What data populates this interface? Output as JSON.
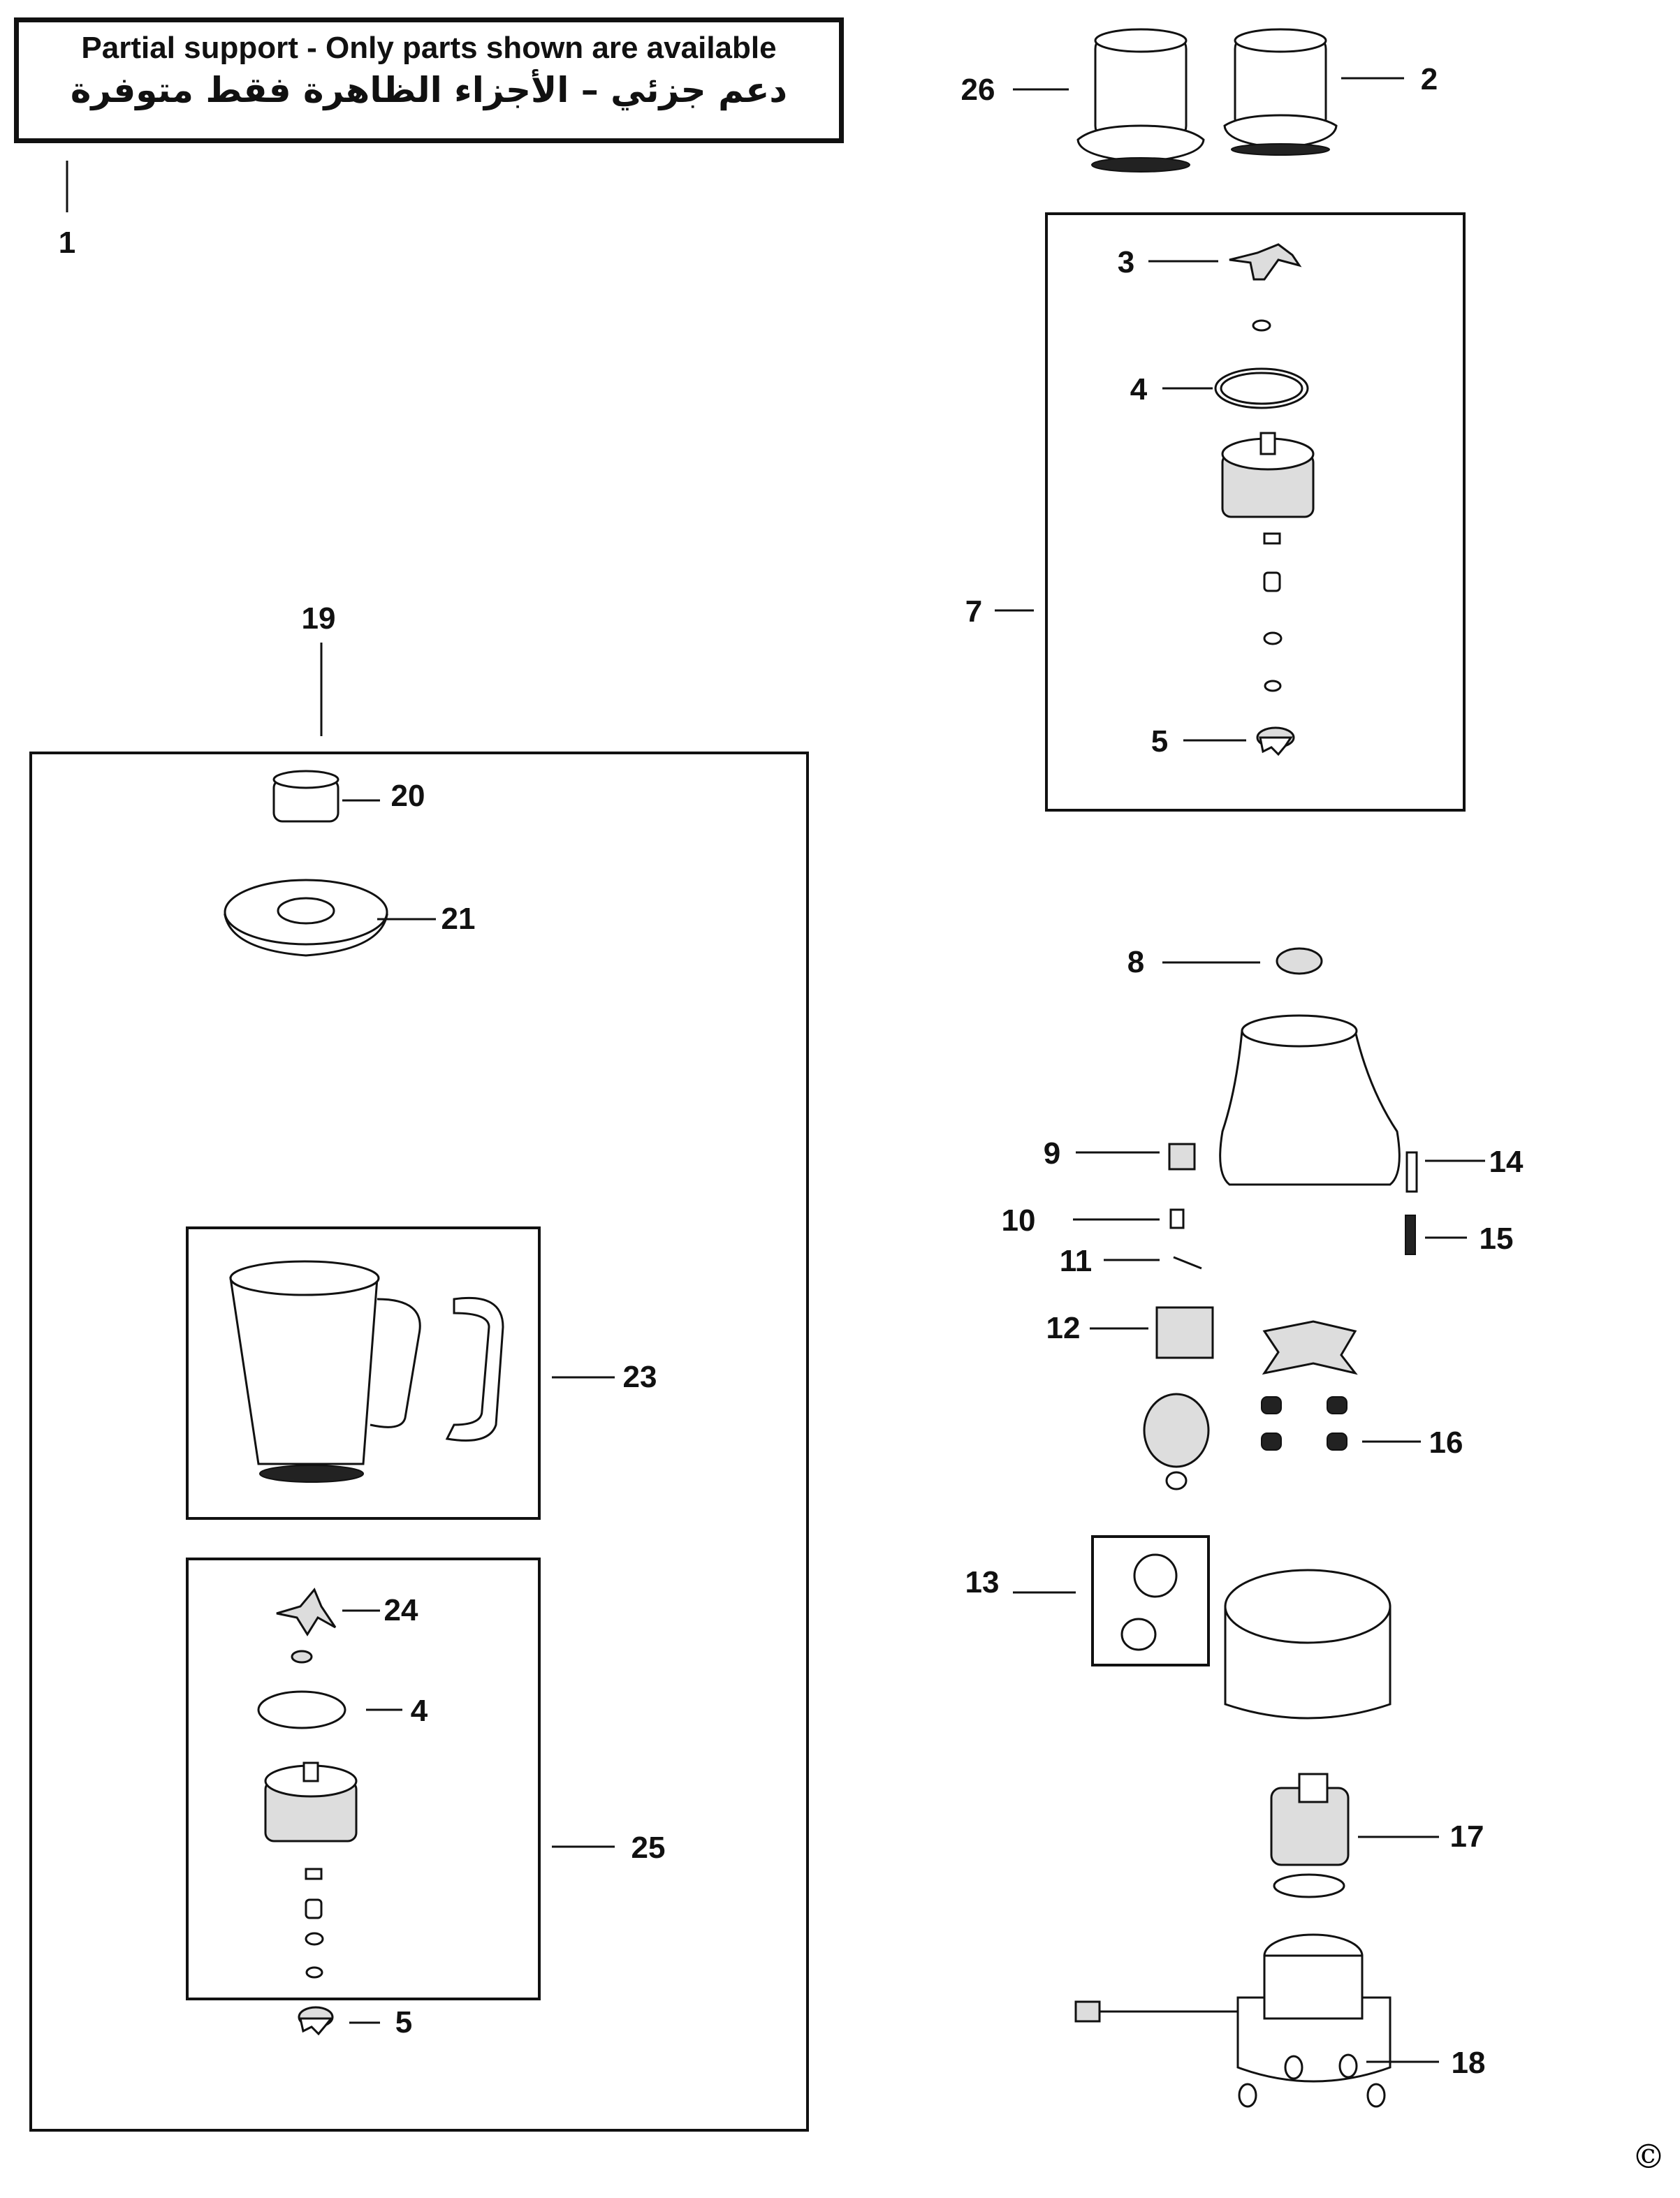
{
  "notice": {
    "english": "Partial support - Only parts shown are available",
    "arabic": "دعم جزئي – الأجزاء الظاهرة فقط متوفرة"
  },
  "labels": {
    "p1": "1",
    "p2": "2",
    "p3": "3",
    "p4": "4",
    "p4b": "4",
    "p5": "5",
    "p5b": "5",
    "p7": "7",
    "p8": "8",
    "p9": "9",
    "p10": "10",
    "p11": "11",
    "p12": "12",
    "p13": "13",
    "p14": "14",
    "p15": "15",
    "p16": "16",
    "p17": "17",
    "p18": "18",
    "p19": "19",
    "p20": "20",
    "p21": "21",
    "p23": "23",
    "p24": "24",
    "p25": "25",
    "p26": "26"
  },
  "copyright": "©"
}
